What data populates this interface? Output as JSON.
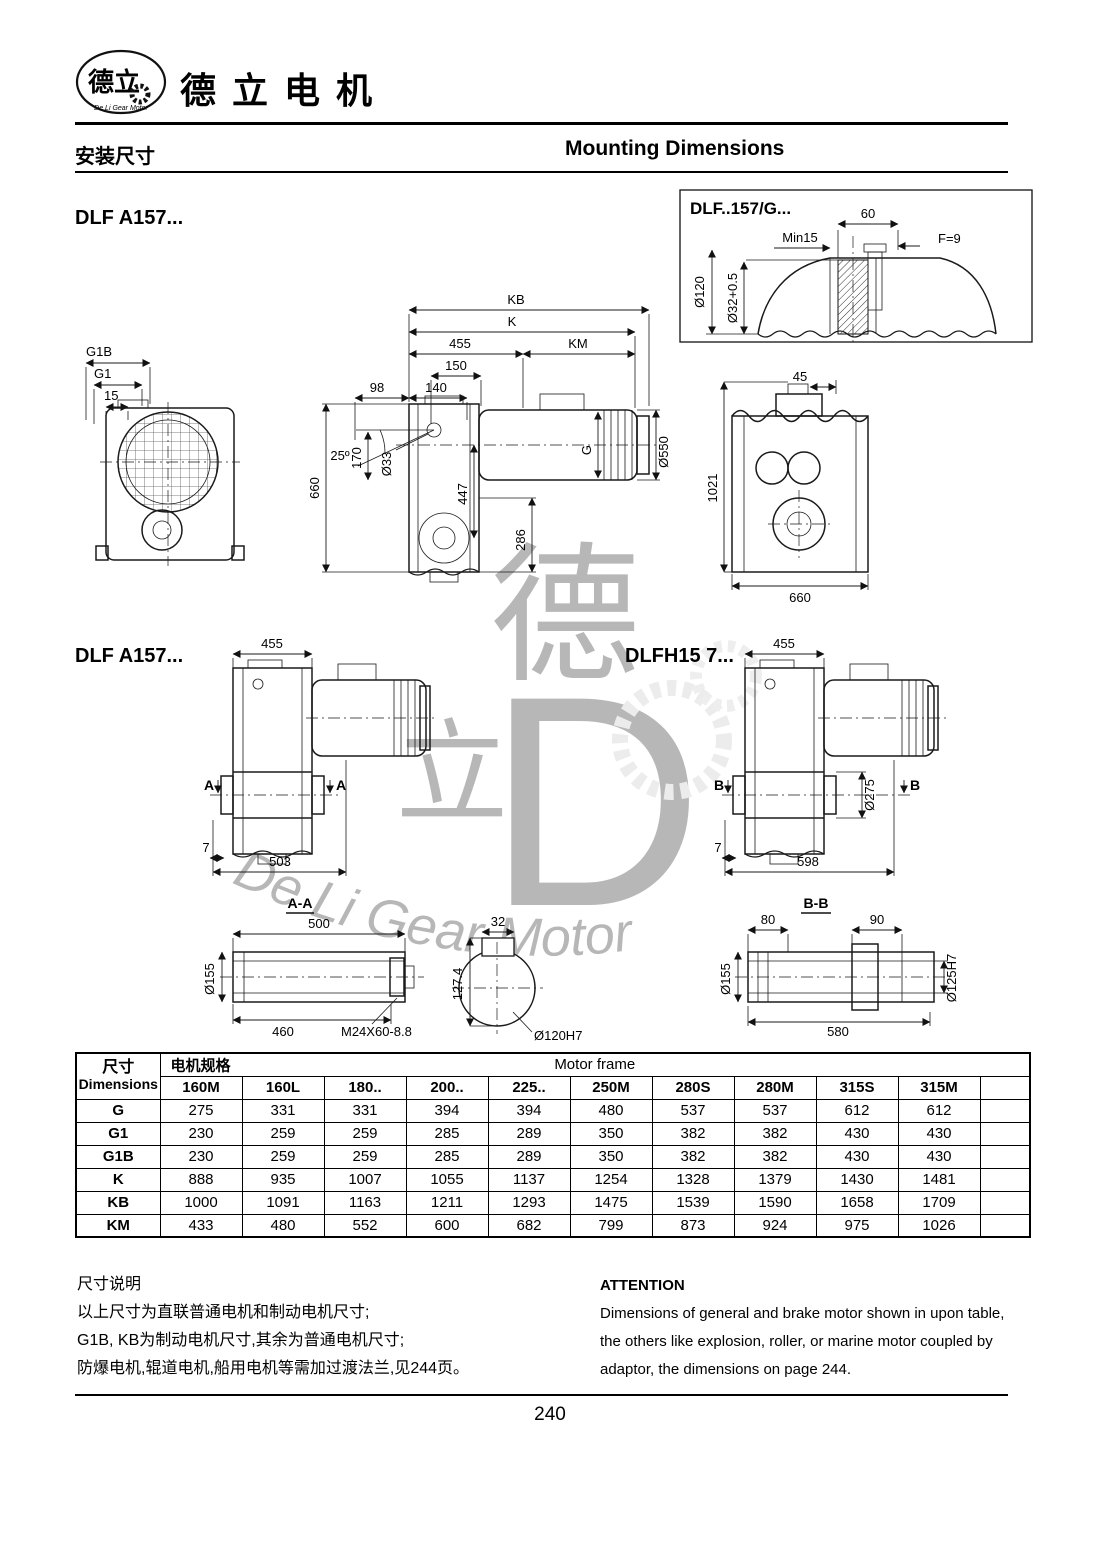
{
  "header": {
    "logo_chars": "德立",
    "logo_sub": "De Li Gear Motor",
    "brand": "德立电机"
  },
  "titles": {
    "zh": "安装尺寸",
    "en": "Mounting Dimensions"
  },
  "models": {
    "main": "DLF A157...",
    "flange": "DLF..157/G...",
    "bottom_left": "DLF A157...",
    "bottom_right": "DLFH15 7..."
  },
  "flange_view": {
    "d60": "60",
    "min15": "Min15",
    "f9": "F=9",
    "d120": "Ø120",
    "d32": "Ø32+0.5"
  },
  "front_view": {
    "g1b": "G1B",
    "g1": "G1",
    "d15": "15"
  },
  "side_view": {
    "kb": "KB",
    "k": "K",
    "d455": "455",
    "km": "KM",
    "d150": "150",
    "d98": "98",
    "d140": "140",
    "deg25": "25º",
    "d170": "170",
    "d33": "Ø33",
    "d660": "660",
    "d447": "447",
    "d286": "286",
    "g": "G",
    "d550": "Ø550"
  },
  "rear_view": {
    "d45": "45",
    "d1021": "1021",
    "d660": "660"
  },
  "bl_view": {
    "d455": "455",
    "a": "A",
    "d7": "7",
    "d503": "503"
  },
  "br_view": {
    "d455": "455",
    "b": "B",
    "d275": "Ø275",
    "d7": "7",
    "d598": "598"
  },
  "section_aa": {
    "title": "A-A",
    "d500": "500",
    "d155": "Ø155",
    "d460": "460",
    "bolt": "M24X60-8.8"
  },
  "key_section": {
    "d32": "32",
    "d127": "127.4",
    "d120": "Ø120H7"
  },
  "section_bb": {
    "title": "B-B",
    "d80": "80",
    "d90": "90",
    "d155": "Ø155",
    "d580": "580",
    "d125": "Ø125H7"
  },
  "table": {
    "dim_header_zh": "尺寸",
    "dim_header_en": "Dimensions",
    "spec_header_zh": "电机规格",
    "motor_frame_label": "Motor frame",
    "columns": [
      "160M",
      "160L",
      "180..",
      "200..",
      "225..",
      "250M",
      "280S",
      "280M",
      "315S",
      "315M"
    ],
    "rows": [
      {
        "label": "G",
        "values": [
          "275",
          "331",
          "331",
          "394",
          "394",
          "480",
          "537",
          "537",
          "612",
          "612"
        ]
      },
      {
        "label": "G1",
        "values": [
          "230",
          "259",
          "259",
          "285",
          "289",
          "350",
          "382",
          "382",
          "430",
          "430"
        ]
      },
      {
        "label": "G1B",
        "values": [
          "230",
          "259",
          "259",
          "285",
          "289",
          "350",
          "382",
          "382",
          "430",
          "430"
        ]
      },
      {
        "label": "K",
        "values": [
          "888",
          "935",
          "1007",
          "1055",
          "1137",
          "1254",
          "1328",
          "1379",
          "1430",
          "1481"
        ]
      },
      {
        "label": "KB",
        "values": [
          "1000",
          "1091",
          "1163",
          "1211",
          "1293",
          "1475",
          "1539",
          "1590",
          "1658",
          "1709"
        ]
      },
      {
        "label": "KM",
        "values": [
          "433",
          "480",
          "552",
          "600",
          "682",
          "799",
          "873",
          "924",
          "975",
          "1026"
        ]
      }
    ]
  },
  "notes": {
    "zh_title": "尺寸说明",
    "zh_lines": [
      "以上尺寸为直联普通电机和制动电机尺寸;",
      "G1B, KB为制动电机尺寸,其余为普通电机尺寸;",
      "防爆电机,辊道电机,船用电机等需加过渡法兰,见244页。"
    ],
    "en_title": "ATTENTION",
    "en_lines": [
      "Dimensions of general and brake motor shown in upon table,",
      "the others like explosion, roller, or marine motor coupled by",
      "adaptor, the dimensions on page 244."
    ]
  },
  "footer": {
    "page_number": "240"
  },
  "watermark": {
    "text": "De Li Gear Motor"
  }
}
